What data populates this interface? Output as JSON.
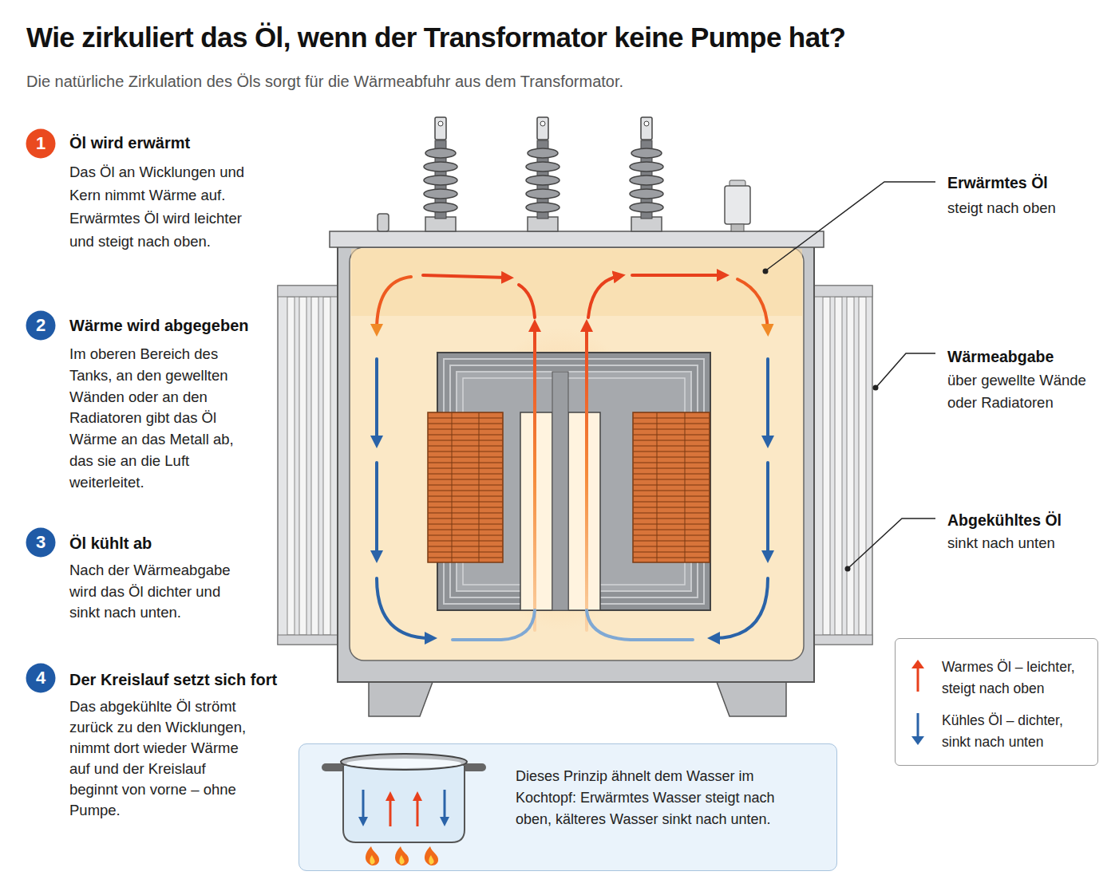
{
  "diagram": {
    "title": "Wie zirkuliert das Öl, wenn der Transformator keine Pumpe hat?",
    "caption": "Die natürliche Zirkulation des Öls sorgt für die Wärmeabfuhr aus dem Transformator.",
    "nodes": [
      {
        "text": [
          "1"
        ]
      },
      {
        "text": [
          "2"
        ]
      },
      {
        "text": [
          "3"
        ]
      },
      {
        "text": [
          "4"
        ]
      },
      {
        "text": [
          "Dieses Prinzip ähnelt dem Wasser im Kochtopf: Erwärmtes Wasser steigt nach oben, kälteres Wasser sinkt nach unten."
        ]
      }
    ],
    "labels": [
      "Öl wird erwärmt",
      "Das Öl an Wicklungen und Kern nimmt Wärme auf. Erwärmtes Öl wird leichter und steigt nach oben.",
      "Wärme wird abgegeben",
      "Im oberen Bereich des Tanks, an den gewellten Wänden oder an den Radiatoren gibt das Öl Wärme an das Metall ab, das sie an die Luft weiterleitet.",
      "Öl kühlt ab",
      "Nach der Wärmeabgabe wird das Öl dichter und sinkt nach unten.",
      "Der Kreislauf setzt sich fort",
      "Das abgekühlte Öl strömt zurück zu den Wicklungen, nimmt dort wieder Wärme auf und der Kreislauf beginnt von vorne – ohne Pumpe.",
      "Erwärmtes Öl",
      "steigt nach oben",
      "Wärmeabgabe",
      "über gewellte Wände oder Radiatoren",
      "Abgekühltes Öl",
      "sinkt nach unten"
    ],
    "legend": [
      {
        "text": "Warmes Öl – leichter, steigt nach oben"
      },
      {
        "text": "Kühles Öl – dichter, sinkt nach unten"
      }
    ]
  }
}
